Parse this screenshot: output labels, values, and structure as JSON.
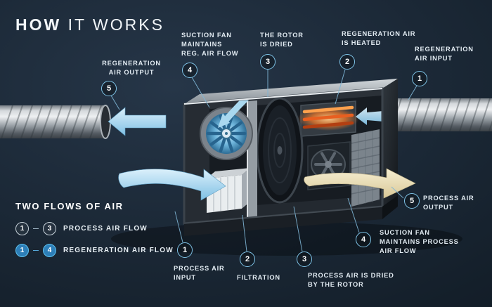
{
  "title": {
    "emphasis": "HOW",
    "rest": " IT WORKS"
  },
  "colors": {
    "background": "#17232F",
    "accent": "#7FC4E8",
    "text": "#E2EBF2",
    "regen_blue": "#2D7FB8",
    "heater_orange": "#F07A2A",
    "arrow_blue": "#A9D8EF",
    "arrow_tan": "#E7DCB4",
    "process_outline": "#C7D2DA"
  },
  "callouts": {
    "top": [
      {
        "num": "5",
        "label": "REGENERATION\nAIR OUTPUT"
      },
      {
        "num": "4",
        "label": "SUCTION FAN\nMAINTAINS\nREG. AIR FLOW"
      },
      {
        "num": "3",
        "label": "THE ROTOR\nIS DRIED"
      },
      {
        "num": "2",
        "label": "REGENERATION AIR\nIS HEATED"
      },
      {
        "num": "1",
        "label": "REGENERATION\nAIR INPUT"
      }
    ],
    "bottom": [
      {
        "num": "1",
        "label": "PROCESS AIR\nINPUT"
      },
      {
        "num": "2",
        "label": "FILTRATION"
      },
      {
        "num": "3",
        "label": "PROCESS AIR IS DRIED\nBY THE ROTOR"
      },
      {
        "num": "4",
        "label": "SUCTION FAN\nMAINTAINS PROCESS\nAIR FLOW"
      },
      {
        "num": "5",
        "label": "PROCESS AIR\nOUTPUT"
      }
    ]
  },
  "legend": {
    "title": "TWO FLOWS OF AIR",
    "rows": [
      {
        "from": "1",
        "to": "3",
        "label": "PROCESS AIR FLOW",
        "type": "process"
      },
      {
        "from": "1",
        "to": "4",
        "label": "REGENERATION AIR FLOW",
        "type": "regeneration"
      }
    ]
  }
}
